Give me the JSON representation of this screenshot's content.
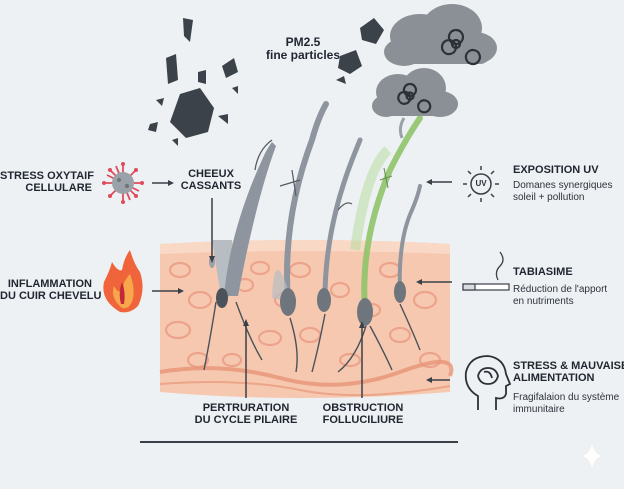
{
  "labels": {
    "pm25_line1": "PM2.5",
    "pm25_line2": "fine particles",
    "stress_ox_line1": "STRESS OXYTAIF",
    "stress_ox_line2": "CELLULARE",
    "cheveux_line1": "CHEEUX",
    "cheveux_line2": "CASSANTS",
    "inflam_line1": "INFLAMMATION",
    "inflam_line2": "DU CUIR CHEVELU",
    "uv_title": "EXPOSITION UV",
    "uv_sub1": "Domanes synergiques",
    "uv_sub2": "soleil + pollution",
    "tabac_title": "TABIASIME",
    "tabac_sub1": "Réduction de l'apport",
    "tabac_sub2": "en nutriments",
    "stress_title1": "STRESS & MAUVAISE",
    "stress_title2": "ALIMENTATION",
    "stress_sub1": "Fragifalaion du système",
    "stress_sub2": "immunitaire",
    "cycle_line1": "PERTRURATION",
    "cycle_line2": "DU CYCLE PILAIRE",
    "obst_line1": "OBSTRUCTION",
    "obst_line2": "FOLLUCILIURE",
    "uv_badge": "UV"
  },
  "colors": {
    "background": "#eef1f3",
    "skin": "#f6c8b0",
    "skin_cells": "#ee9e86",
    "hair": "#8e959e",
    "healthy_hair": "#8fc46a",
    "text": "#1f2630",
    "smoke": "#8a9096",
    "fire": "#f0643c"
  },
  "icons": [
    "particle-icon",
    "biohazard-icon",
    "cell-virus-icon",
    "flame-icon",
    "sun-uv-icon",
    "cigarette-icon",
    "head-brain-icon",
    "sparkle-icon"
  ]
}
